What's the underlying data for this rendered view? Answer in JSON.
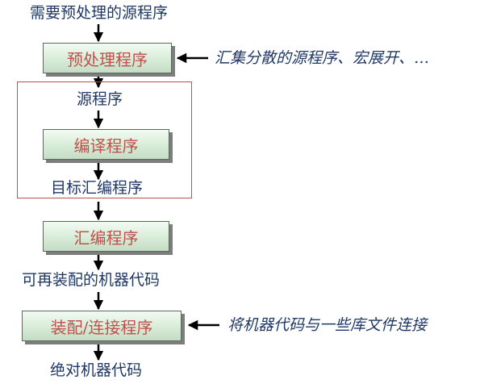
{
  "diagram": {
    "input_label": "需要预处理的源程序",
    "preprocess_box": "预处理程序",
    "preprocess_note": "汇集分散的源程序、宏展开、…",
    "source_label": "源程序",
    "compile_box": "编译程序",
    "asm_label": "目标汇编程序",
    "assemble_box": "汇编程序",
    "reloc_label": "可再装配的机器代码",
    "link_box": "装配/连接程序",
    "link_note": "将机器代码与一些库文件连接",
    "output_label": "绝对机器代码"
  },
  "colors": {
    "label_text": "#1f3864",
    "box_text": "#c0504d",
    "arrow": "#000000",
    "group_border": "#c0504d",
    "box_fill": "#d7ecd7"
  }
}
